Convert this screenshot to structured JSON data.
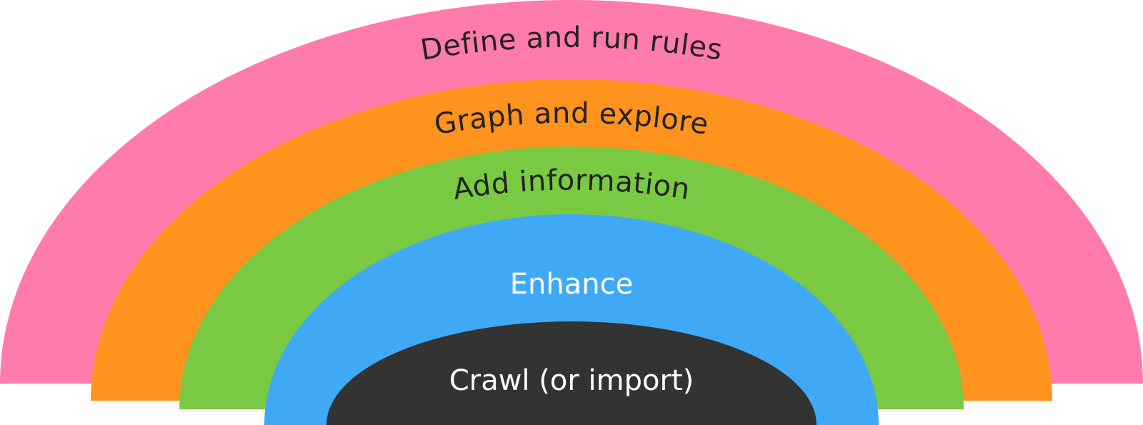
{
  "layers": [
    {
      "id": "rules",
      "label": "Define and run rules",
      "color": "#FF7BAC",
      "text_color": "#222222"
    },
    {
      "id": "graph",
      "label": "Graph and explore",
      "color": "#FF931E",
      "text_color": "#222222"
    },
    {
      "id": "info",
      "label": "Add information",
      "color": "#7AC943",
      "text_color": "#222222"
    },
    {
      "id": "enhance",
      "label": "Enhance",
      "color": "#3FA9F5",
      "text_color": "#FFFFFF"
    },
    {
      "id": "crawl",
      "label": "Crawl (or import)",
      "color": "#333333",
      "text_color": "#FFFFFF"
    }
  ]
}
